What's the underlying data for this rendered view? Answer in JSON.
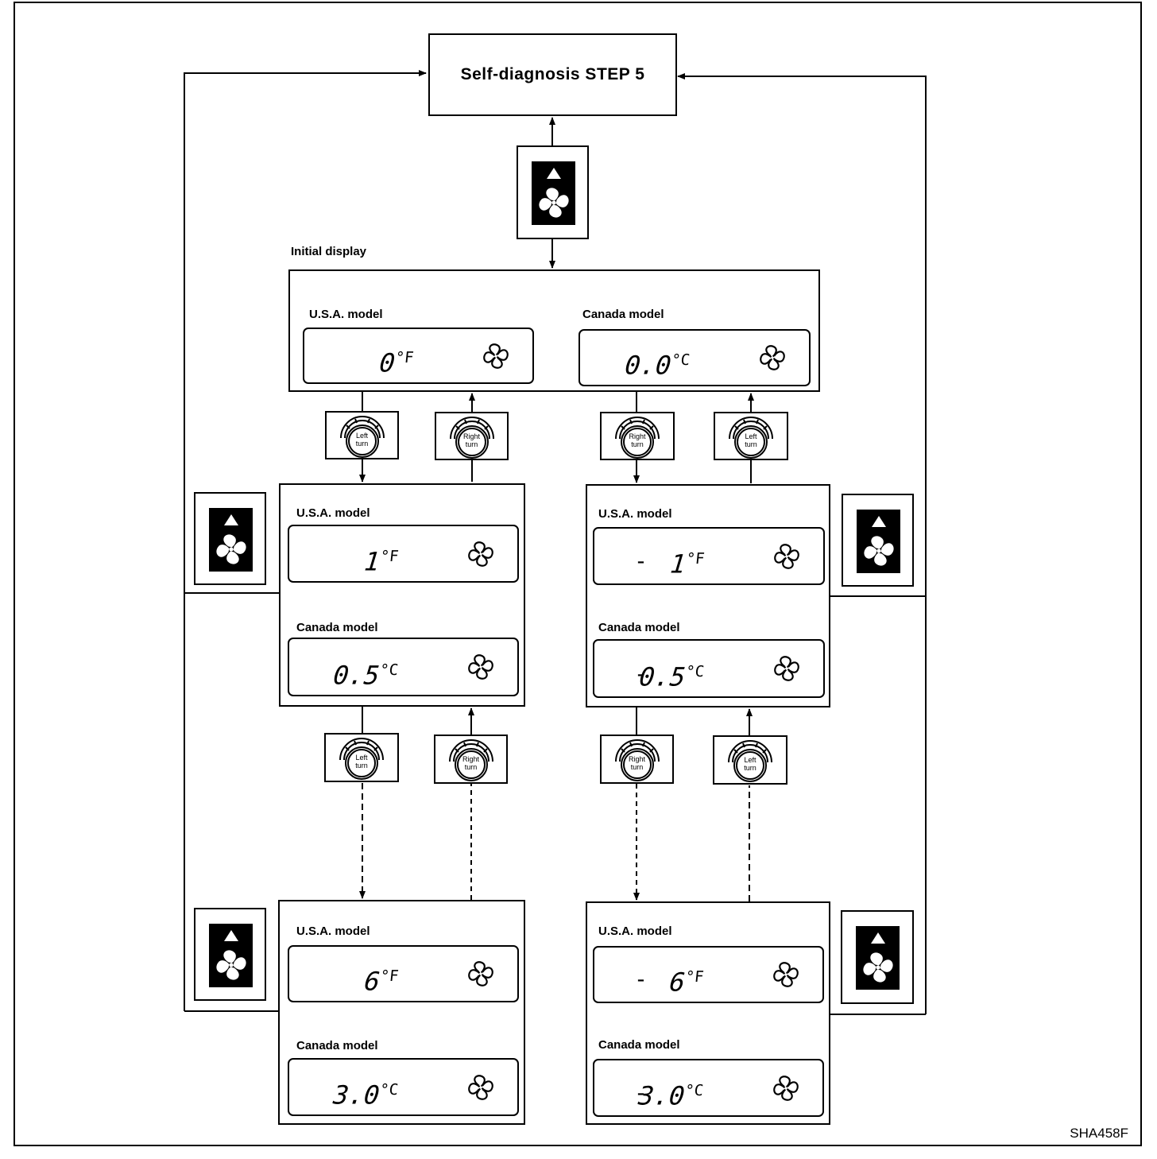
{
  "title": "Self-diagnosis STEP 5",
  "initial_display_label": "Initial display",
  "code": "SHA458F",
  "knobs": {
    "left": [
      "Left",
      "turn"
    ],
    "right": [
      "Right",
      "turn"
    ]
  },
  "icons": {
    "fan_button": "fan-up-button-icon",
    "fan": "fan-icon",
    "dial": "temperature-dial-icon"
  },
  "panels": {
    "initial": {
      "usa": {
        "label": "U.S.A. model",
        "value": "0",
        "unit": "°F",
        "neg": ""
      },
      "canada": {
        "label": "Canada model",
        "value": "0.0",
        "unit": "°C",
        "neg": ""
      }
    },
    "left1": {
      "usa": {
        "label": "U.S.A. model",
        "value": "1",
        "unit": "°F",
        "neg": ""
      },
      "canada": {
        "label": "Canada model",
        "value": "0.5",
        "unit": "°C",
        "neg": ""
      }
    },
    "right1": {
      "usa": {
        "label": "U.S.A. model",
        "value": "1",
        "unit": "°F",
        "neg": "-"
      },
      "canada": {
        "label": "Canada model",
        "value": "0.5",
        "unit": "°C",
        "neg": "-"
      }
    },
    "left2": {
      "usa": {
        "label": "U.S.A. model",
        "value": "6",
        "unit": "°F",
        "neg": ""
      },
      "canada": {
        "label": "Canada model",
        "value": "3.0",
        "unit": "°C",
        "neg": ""
      }
    },
    "right2": {
      "usa": {
        "label": "U.S.A. model",
        "value": "6",
        "unit": "°F",
        "neg": "-"
      },
      "canada": {
        "label": "Canada model",
        "value": "3.0",
        "unit": "°C",
        "neg": "-"
      }
    }
  }
}
